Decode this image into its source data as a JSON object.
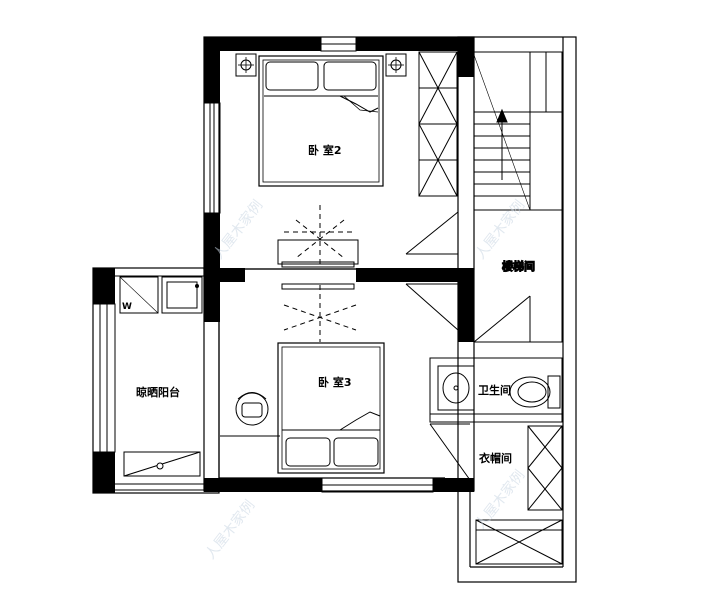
{
  "rooms": {
    "bedroom2": "卧 室2",
    "bedroom3": "卧 室3",
    "stairwell": "楼梯间",
    "drying_balcony": "晾晒阳台",
    "bathroom": "卫生间",
    "cloakroom": "衣帽间"
  },
  "fixtures": {
    "washer_mark": "W"
  },
  "watermark": "人屋木家例"
}
